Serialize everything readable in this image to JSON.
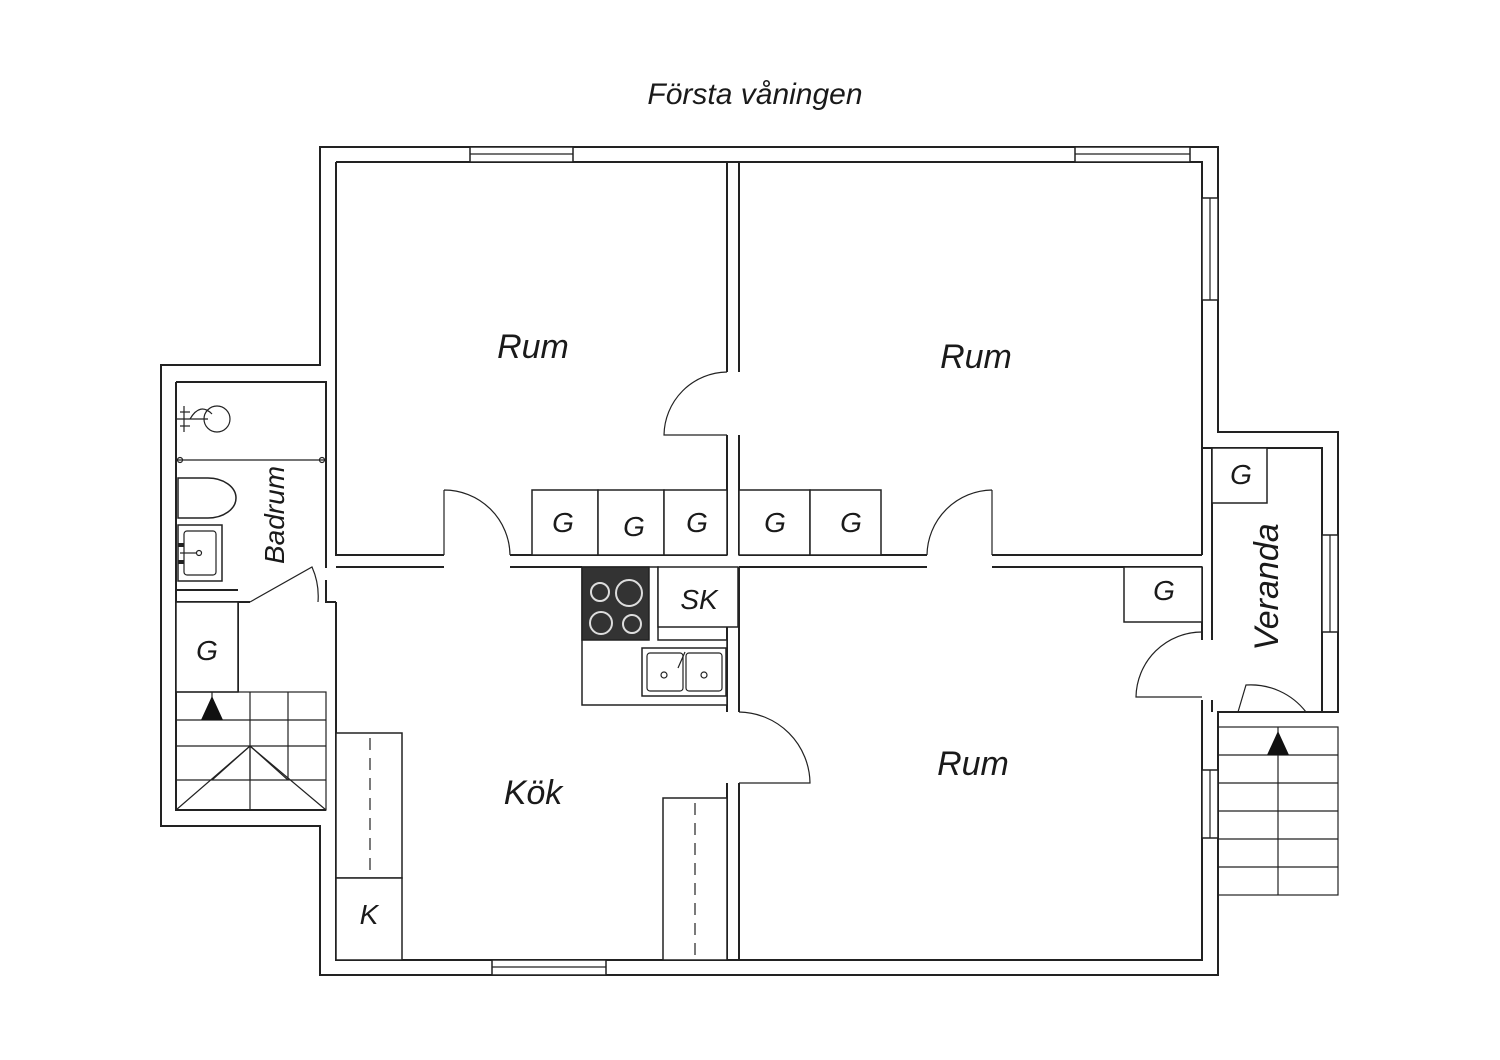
{
  "title": "Första våningen",
  "rooms": {
    "rum_top_left": "Rum",
    "rum_top_right": "Rum",
    "rum_bottom_right": "Rum",
    "kok": "Kök",
    "badrum": "Badrum",
    "veranda": "Veranda"
  },
  "fixtures": {
    "wardrobe": "G",
    "cleaning_closet": "SK",
    "fridge": "K"
  },
  "colors": {
    "line": "#222222",
    "background": "#ffffff",
    "stove": "#333333"
  }
}
